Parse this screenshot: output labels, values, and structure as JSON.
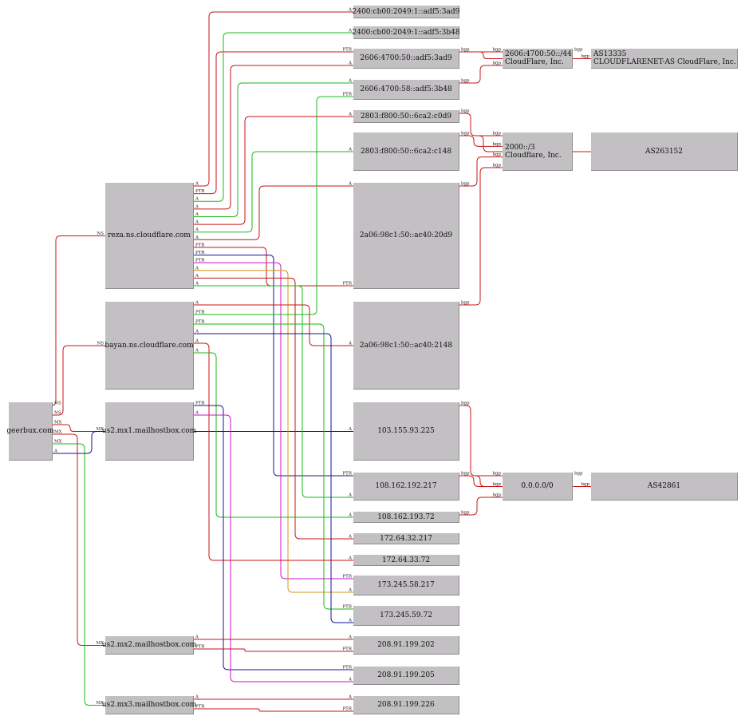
{
  "graph": {
    "nodes": [
      {
        "id": "geerbux",
        "label": "geerbux.com"
      },
      {
        "id": "reza",
        "label": "reza.ns.cloudflare.com"
      },
      {
        "id": "bayan",
        "label": "bayan.ns.cloudflare.com"
      },
      {
        "id": "mx1",
        "label": "us2.mx1.mailhostbox.com"
      },
      {
        "id": "mx2",
        "label": "us2.mx2.mailhostbox.com"
      },
      {
        "id": "mx3",
        "label": "us2.mx3.mailhostbox.com"
      },
      {
        "id": "ip6_1",
        "label": "2400:cb00:2049:1::adf5:3ad9"
      },
      {
        "id": "ip6_2",
        "label": "2400:cb00:2049:1::adf5:3b48"
      },
      {
        "id": "ip6_3",
        "label": "2606:4700:50::adf5:3ad9"
      },
      {
        "id": "ip6_4",
        "label": "2606:4700:58::adf5:3b48"
      },
      {
        "id": "ip6_5",
        "label": "2803:f800:50::6ca2:c0d9"
      },
      {
        "id": "ip6_6",
        "label": "2803:f800:50::6ca2:c148"
      },
      {
        "id": "ip6_7",
        "label": "2a06:98c1:50::ac40:20d9"
      },
      {
        "id": "ip6_8",
        "label": "2a06:98c1:50::ac40:2148"
      },
      {
        "id": "ip4_1",
        "label": "103.155.93.225"
      },
      {
        "id": "ip4_2",
        "label": "108.162.192.217"
      },
      {
        "id": "ip4_3",
        "label": "108.162.193.72"
      },
      {
        "id": "ip4_4",
        "label": "172.64.32.217"
      },
      {
        "id": "ip4_5",
        "label": "172.64.33.72"
      },
      {
        "id": "ip4_6",
        "label": "173.245.58.217"
      },
      {
        "id": "ip4_7",
        "label": "173.245.59.72"
      },
      {
        "id": "ip4_8",
        "label": "208.91.199.202"
      },
      {
        "id": "ip4_9",
        "label": "208.91.199.205"
      },
      {
        "id": "ip4_10",
        "label": "208.91.199.226"
      },
      {
        "id": "pfx1",
        "label": "2606:4700:50::/44\nCloudFlare, Inc."
      },
      {
        "id": "pfx2",
        "label": "2000::/3\nCloudflare, Inc."
      },
      {
        "id": "pfx3",
        "label": "0.0.0.0/0"
      },
      {
        "id": "as1",
        "label": "AS13335\nCLOUDFLARENET-AS CloudFlare, Inc."
      },
      {
        "id": "as2",
        "label": "AS263152"
      },
      {
        "id": "as3",
        "label": "AS42861"
      }
    ],
    "edges": [
      {
        "from": "geerbux",
        "to": "reza",
        "label": "NS",
        "color": "#c81414"
      },
      {
        "from": "geerbux",
        "to": "bayan",
        "label": "NS",
        "color": "#c81414"
      },
      {
        "from": "geerbux",
        "to": "mx1",
        "label": "MX",
        "color": "#c81414"
      },
      {
        "from": "geerbux",
        "to": "mx2",
        "label": "MX",
        "color": "#c81414"
      },
      {
        "from": "geerbux",
        "to": "mx3",
        "label": "MX",
        "color": "#18b818"
      },
      {
        "from": "geerbux",
        "to": "ip4_1",
        "label": "A",
        "color": "#14148c"
      },
      {
        "from": "reza",
        "to": "ip6_1",
        "label": "A",
        "color": "#c81414"
      },
      {
        "from": "reza",
        "to": "ip6_3",
        "label": "PTR",
        "color": "#c81414"
      },
      {
        "from": "reza",
        "to": "ip6_2",
        "label": "A",
        "color": "#18b818"
      },
      {
        "from": "reza",
        "to": "ip6_3",
        "label": "A",
        "color": "#c81414"
      },
      {
        "from": "reza",
        "to": "ip6_4",
        "label": "A",
        "color": "#18b818"
      },
      {
        "from": "reza",
        "to": "ip6_5",
        "label": "A",
        "color": "#c81414"
      },
      {
        "from": "reza",
        "to": "ip6_6",
        "label": "A",
        "color": "#18b818"
      },
      {
        "from": "reza",
        "to": "ip6_7",
        "label": "A",
        "color": "#c81414"
      },
      {
        "from": "reza",
        "to": "ip6_7",
        "label": "PTR",
        "color": "#c81414"
      },
      {
        "from": "reza",
        "to": "ip4_2",
        "label": "PTR",
        "color": "#14148c"
      },
      {
        "from": "reza",
        "to": "ip4_6",
        "label": "PTR",
        "color": "#c814c8"
      },
      {
        "from": "reza",
        "to": "ip4_6",
        "label": "A",
        "color": "#d89414"
      },
      {
        "from": "reza",
        "to": "ip4_4",
        "label": "A",
        "color": "#c81414"
      },
      {
        "from": "reza",
        "to": "ip4_2",
        "label": "A",
        "color": "#18b818"
      },
      {
        "from": "bayan",
        "to": "ip6_8",
        "label": "A",
        "color": "#c81414"
      },
      {
        "from": "bayan",
        "to": "ip6_4",
        "label": "PTR",
        "color": "#18b818"
      },
      {
        "from": "bayan",
        "to": "ip4_7",
        "label": "PTR",
        "color": "#18b818"
      },
      {
        "from": "bayan",
        "to": "ip4_7",
        "label": "A",
        "color": "#14148c"
      },
      {
        "from": "bayan",
        "to": "ip4_5",
        "label": "A",
        "color": "#c81414"
      },
      {
        "from": "bayan",
        "to": "ip4_3",
        "label": "A",
        "color": "#18b818"
      },
      {
        "from": "mx1",
        "to": "ip4_9",
        "label": "PTR",
        "color": "#14148c"
      },
      {
        "from": "mx1",
        "to": "ip4_9",
        "label": "A",
        "color": "#c814c8"
      },
      {
        "from": "mx2",
        "to": "ip4_8",
        "label": "A",
        "color": "#c81414"
      },
      {
        "from": "mx2",
        "to": "ip4_8",
        "label": "PTR",
        "color": "#c81414"
      },
      {
        "from": "mx3",
        "to": "ip4_10",
        "label": "A",
        "color": "#c81414"
      },
      {
        "from": "mx3",
        "to": "ip4_10",
        "label": "PTR",
        "color": "#c81414"
      },
      {
        "from": "ip6_3",
        "to": "pfx1",
        "label": "bgp",
        "color": "#c81414"
      },
      {
        "from": "ip6_4",
        "to": "pfx1",
        "label": "bgp",
        "color": "#c81414"
      },
      {
        "from": "pfx1",
        "to": "as1",
        "label": "bgp",
        "color": "#c81414"
      },
      {
        "from": "ip6_5",
        "to": "pfx2",
        "label": "bgp",
        "color": "#c81414"
      },
      {
        "from": "ip6_6",
        "to": "pfx2",
        "label": "bgp",
        "color": "#c81414"
      },
      {
        "from": "ip6_7",
        "to": "pfx2",
        "label": "bgp",
        "color": "#c81414"
      },
      {
        "from": "ip6_8",
        "to": "pfx2",
        "label": "bgp",
        "color": "#c81414"
      },
      {
        "from": "pfx2",
        "to": "as2",
        "label": "",
        "color": "#c81414"
      },
      {
        "from": "ip4_1",
        "to": "pfx3",
        "label": "bgp",
        "color": "#c81414"
      },
      {
        "from": "ip4_2",
        "to": "pfx3",
        "label": "bgp",
        "color": "#c81414"
      },
      {
        "from": "ip4_3",
        "to": "pfx3",
        "label": "bgp",
        "color": "#c81414"
      },
      {
        "from": "pfx3",
        "to": "as3",
        "label": "bgp",
        "color": "#c81414"
      }
    ]
  }
}
